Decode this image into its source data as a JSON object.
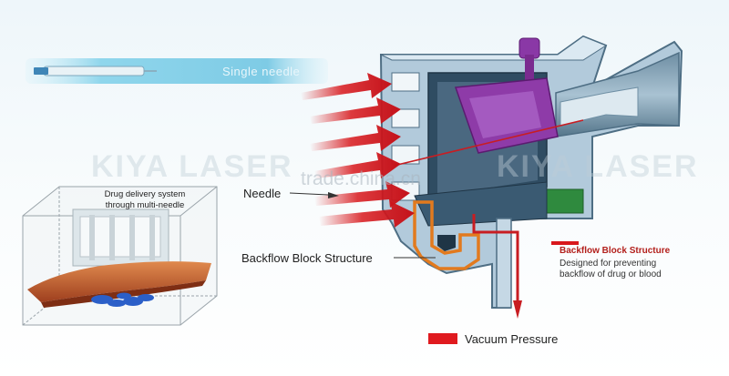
{
  "labels": {
    "single_needle": "Single needle",
    "drug_delivery": "Drug delivery system through multi-needle",
    "needle": "Needle",
    "backflow_block": "Backflow Block Structure",
    "bbs_title": "Backflow Block Structure",
    "bbs_description": "Designed for preventing backflow of drug or blood",
    "vacuum_pressure": "Vacuum Pressure"
  },
  "watermarks": {
    "left": "KIYA LASER",
    "center": "trade.china.cn",
    "right": "KIYA LASER"
  },
  "icons": [
    "needle-icon",
    "injector-cross-section",
    "multi-needle-box",
    "pressure-arrow-icon",
    "vacuum-arrow-icon"
  ],
  "colors": {
    "arrow_red": "#d8181c",
    "injector_body": "#aac3d5",
    "injector_dark": "#4e6e84",
    "piston_purple": "#7a2b8f",
    "backflow_orange": "#e27a1e",
    "skin_orange": "#c2602e",
    "drug_blue": "#2b5fc8",
    "green_part": "#2f8a3e"
  }
}
